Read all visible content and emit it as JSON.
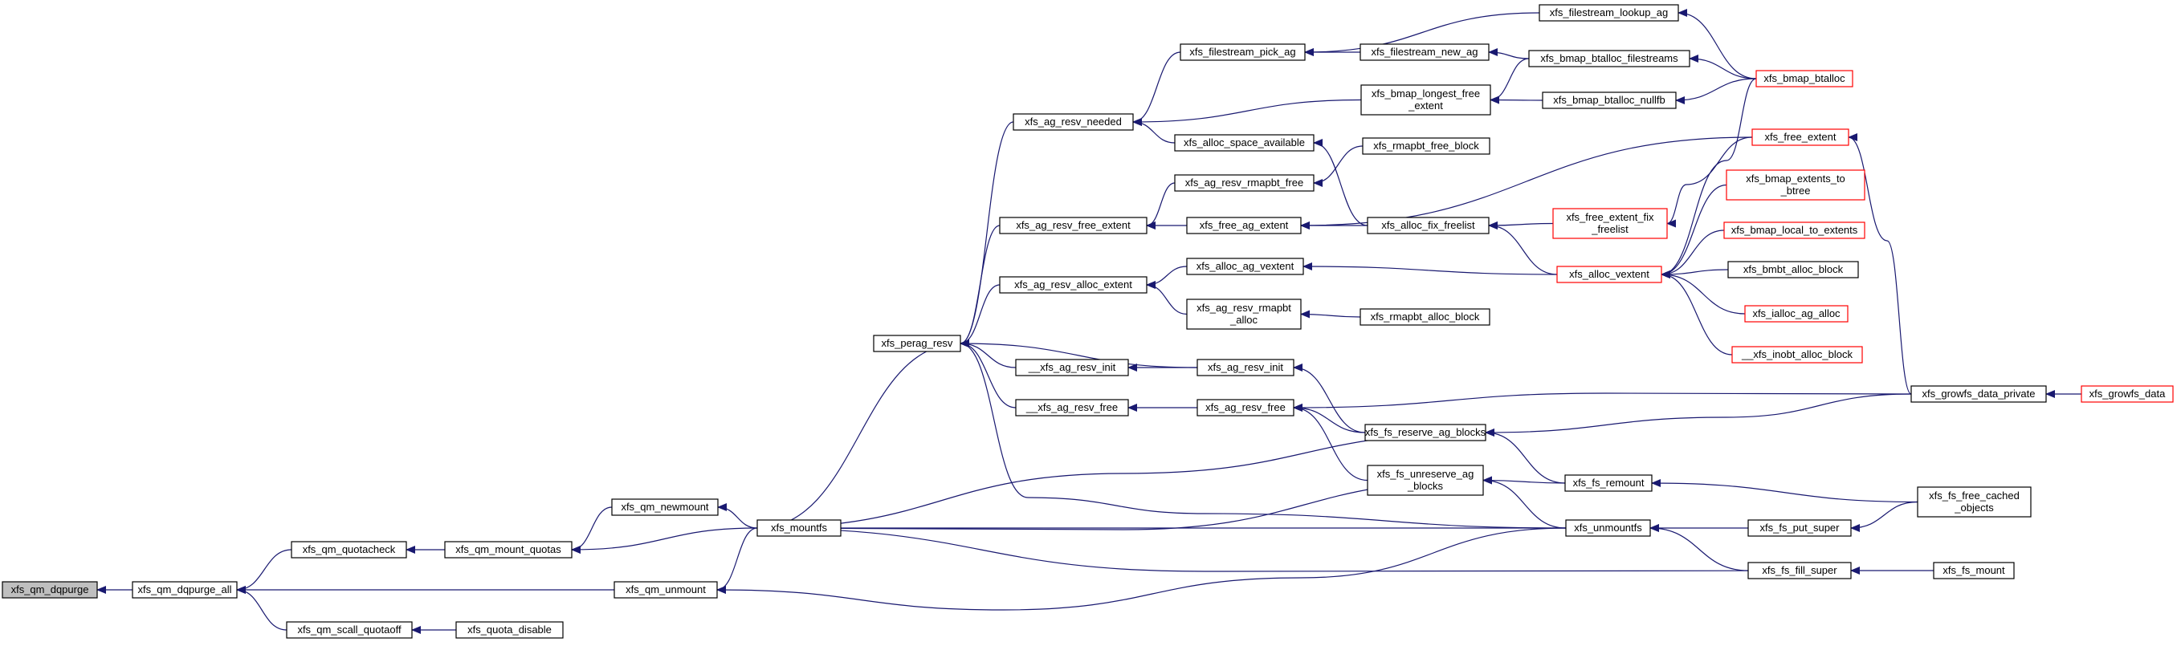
{
  "colors": {
    "edge": "#191970",
    "node_border": "#000000",
    "node_fill": "#ffffff",
    "current_fill": "#bfbfbf",
    "truncated_border": "#ff0000"
  },
  "nodes": [
    {
      "id": "n01",
      "lines": [
        "xfs_qm_dqpurge"
      ],
      "style": "current"
    },
    {
      "id": "n02",
      "lines": [
        "xfs_qm_dqpurge_all"
      ],
      "style": "normal"
    },
    {
      "id": "n03",
      "lines": [
        "xfs_qm_quotacheck"
      ],
      "style": "normal"
    },
    {
      "id": "n04",
      "lines": [
        "xfs_qm_scall_quotaoff"
      ],
      "style": "normal"
    },
    {
      "id": "n05",
      "lines": [
        "xfs_qm_mount_quotas"
      ],
      "style": "normal"
    },
    {
      "id": "n06",
      "lines": [
        "xfs_quota_disable"
      ],
      "style": "normal"
    },
    {
      "id": "n07",
      "lines": [
        "xfs_qm_newmount"
      ],
      "style": "normal"
    },
    {
      "id": "n08",
      "lines": [
        "xfs_qm_unmount"
      ],
      "style": "normal"
    },
    {
      "id": "n09",
      "lines": [
        "xfs_mountfs"
      ],
      "style": "normal"
    },
    {
      "id": "n10",
      "lines": [
        "xfs_perag_resv"
      ],
      "style": "normal"
    },
    {
      "id": "n11",
      "lines": [
        "xfs_ag_resv_needed"
      ],
      "style": "normal"
    },
    {
      "id": "n12",
      "lines": [
        "xfs_ag_resv_free_extent"
      ],
      "style": "normal"
    },
    {
      "id": "n13",
      "lines": [
        "xfs_ag_resv_alloc_extent"
      ],
      "style": "normal"
    },
    {
      "id": "n14",
      "lines": [
        "__xfs_ag_resv_init"
      ],
      "style": "normal"
    },
    {
      "id": "n15",
      "lines": [
        "__xfs_ag_resv_free"
      ],
      "style": "normal"
    },
    {
      "id": "n16",
      "lines": [
        "xfs_filestream_pick_ag"
      ],
      "style": "normal"
    },
    {
      "id": "n17",
      "lines": [
        "xfs_alloc_space_available"
      ],
      "style": "normal"
    },
    {
      "id": "n18",
      "lines": [
        "xfs_ag_resv_rmapbt_free"
      ],
      "style": "normal"
    },
    {
      "id": "n19",
      "lines": [
        "xfs_free_ag_extent"
      ],
      "style": "normal"
    },
    {
      "id": "n20",
      "lines": [
        "xfs_alloc_ag_vextent"
      ],
      "style": "normal"
    },
    {
      "id": "n21",
      "lines": [
        "xfs_ag_resv_rmapbt",
        "_alloc"
      ],
      "style": "normal"
    },
    {
      "id": "n22",
      "lines": [
        "xfs_ag_resv_init"
      ],
      "style": "normal"
    },
    {
      "id": "n23",
      "lines": [
        "xfs_ag_resv_free"
      ],
      "style": "normal"
    },
    {
      "id": "n24",
      "lines": [
        "xfs_filestream_new_ag"
      ],
      "style": "normal"
    },
    {
      "id": "n25",
      "lines": [
        "xfs_bmap_longest_free",
        "_extent"
      ],
      "style": "normal"
    },
    {
      "id": "n26",
      "lines": [
        "xfs_rmapbt_free_block"
      ],
      "style": "normal"
    },
    {
      "id": "n27",
      "lines": [
        "xfs_alloc_fix_freelist"
      ],
      "style": "normal"
    },
    {
      "id": "n28",
      "lines": [
        "xfs_rmapbt_alloc_block"
      ],
      "style": "normal"
    },
    {
      "id": "n29",
      "lines": [
        "xfs_fs_reserve_ag_blocks"
      ],
      "style": "normal"
    },
    {
      "id": "n30",
      "lines": [
        "xfs_fs_unreserve_ag",
        "_blocks"
      ],
      "style": "normal"
    },
    {
      "id": "n31",
      "lines": [
        "xfs_unmountfs"
      ],
      "style": "normal"
    },
    {
      "id": "n32",
      "lines": [
        "xfs_filestream_lookup_ag"
      ],
      "style": "normal"
    },
    {
      "id": "n33",
      "lines": [
        "xfs_bmap_btalloc_filestreams"
      ],
      "style": "normal"
    },
    {
      "id": "n34",
      "lines": [
        "xfs_bmap_btalloc_nullfb"
      ],
      "style": "normal"
    },
    {
      "id": "n35",
      "lines": [
        "xfs_free_extent_fix",
        "_freelist"
      ],
      "style": "truncated"
    },
    {
      "id": "n36",
      "lines": [
        "xfs_alloc_vextent"
      ],
      "style": "truncated"
    },
    {
      "id": "n37",
      "lines": [
        "xfs_fs_remount"
      ],
      "style": "normal"
    },
    {
      "id": "n38",
      "lines": [
        "xfs_fs_put_super"
      ],
      "style": "normal"
    },
    {
      "id": "n39",
      "lines": [
        "xfs_fs_fill_super"
      ],
      "style": "normal"
    },
    {
      "id": "n40",
      "lines": [
        "xfs_bmap_btalloc"
      ],
      "style": "truncated"
    },
    {
      "id": "n41",
      "lines": [
        "xfs_free_extent"
      ],
      "style": "truncated"
    },
    {
      "id": "n42",
      "lines": [
        "xfs_bmap_extents_to",
        "_btree"
      ],
      "style": "truncated"
    },
    {
      "id": "n43",
      "lines": [
        "xfs_bmap_local_to_extents"
      ],
      "style": "truncated"
    },
    {
      "id": "n44",
      "lines": [
        "xfs_bmbt_alloc_block"
      ],
      "style": "normal"
    },
    {
      "id": "n45",
      "lines": [
        "xfs_ialloc_ag_alloc"
      ],
      "style": "truncated"
    },
    {
      "id": "n46",
      "lines": [
        "__xfs_inobt_alloc_block"
      ],
      "style": "truncated"
    },
    {
      "id": "n47",
      "lines": [
        "xfs_growfs_data_private"
      ],
      "style": "normal"
    },
    {
      "id": "n48",
      "lines": [
        "xfs_fs_free_cached",
        "_objects"
      ],
      "style": "normal"
    },
    {
      "id": "n49",
      "lines": [
        "xfs_fs_mount"
      ],
      "style": "normal"
    },
    {
      "id": "n50",
      "lines": [
        "xfs_growfs_data"
      ],
      "style": "truncated"
    }
  ],
  "edges": [
    [
      "n02",
      "n01"
    ],
    [
      "n03",
      "n02"
    ],
    [
      "n04",
      "n02"
    ],
    [
      "n08",
      "n02"
    ],
    [
      "n05",
      "n03"
    ],
    [
      "n06",
      "n04"
    ],
    [
      "n07",
      "n05"
    ],
    [
      "n09",
      "n05"
    ],
    [
      "n09",
      "n07"
    ],
    [
      "n09",
      "n08"
    ],
    [
      "n31",
      "n08"
    ],
    [
      "n09",
      "n10"
    ],
    [
      "n11",
      "n10"
    ],
    [
      "n12",
      "n10"
    ],
    [
      "n13",
      "n10"
    ],
    [
      "n14",
      "n10"
    ],
    [
      "n15",
      "n10"
    ],
    [
      "n22",
      "n10"
    ],
    [
      "n31",
      "n10"
    ],
    [
      "n16",
      "n11"
    ],
    [
      "n17",
      "n11"
    ],
    [
      "n25",
      "n11"
    ],
    [
      "n18",
      "n12"
    ],
    [
      "n19",
      "n12"
    ],
    [
      "n20",
      "n13"
    ],
    [
      "n21",
      "n13"
    ],
    [
      "n22",
      "n14"
    ],
    [
      "n23",
      "n15"
    ],
    [
      "n24",
      "n16"
    ],
    [
      "n32",
      "n16"
    ],
    [
      "n27",
      "n17"
    ],
    [
      "n26",
      "n18"
    ],
    [
      "n27",
      "n19"
    ],
    [
      "n41",
      "n19"
    ],
    [
      "n36",
      "n20"
    ],
    [
      "n28",
      "n21"
    ],
    [
      "n29",
      "n22"
    ],
    [
      "n29",
      "n23"
    ],
    [
      "n30",
      "n23"
    ],
    [
      "n47",
      "n23"
    ],
    [
      "n33",
      "n24"
    ],
    [
      "n33",
      "n25"
    ],
    [
      "n34",
      "n25"
    ],
    [
      "n35",
      "n27"
    ],
    [
      "n36",
      "n27"
    ],
    [
      "n09",
      "n29"
    ],
    [
      "n37",
      "n29"
    ],
    [
      "n47",
      "n29"
    ],
    [
      "n09",
      "n30"
    ],
    [
      "n31",
      "n30"
    ],
    [
      "n37",
      "n30"
    ],
    [
      "n09",
      "n31"
    ],
    [
      "n38",
      "n31"
    ],
    [
      "n39",
      "n31"
    ],
    [
      "n40",
      "n32"
    ],
    [
      "n40",
      "n33"
    ],
    [
      "n40",
      "n34"
    ],
    [
      "n41",
      "n35"
    ],
    [
      "n40",
      "n36"
    ],
    [
      "n42",
      "n36"
    ],
    [
      "n43",
      "n36"
    ],
    [
      "n44",
      "n36"
    ],
    [
      "n45",
      "n36"
    ],
    [
      "n46",
      "n36"
    ],
    [
      "n48",
      "n37"
    ],
    [
      "n48",
      "n38"
    ],
    [
      "n49",
      "n39"
    ],
    [
      "n09",
      "n39"
    ],
    [
      "n47",
      "n41"
    ],
    [
      "n50",
      "n47"
    ]
  ]
}
